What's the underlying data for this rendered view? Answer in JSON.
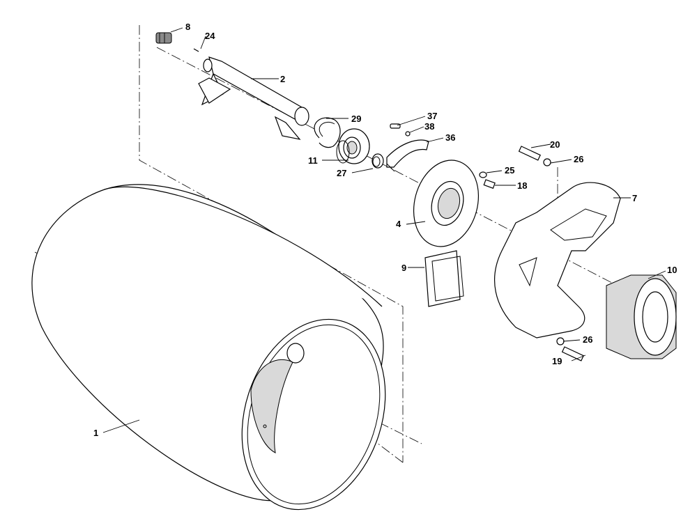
{
  "callouts": {
    "c1": "1",
    "c2": "2",
    "c4": "4",
    "c7": "7",
    "c8": "8",
    "c9": "9",
    "c10": "10",
    "c11": "11",
    "c18": "18",
    "c19": "19",
    "c20": "20",
    "c24": "24",
    "c25": "25",
    "c26a": "26",
    "c26b": "26",
    "c27": "27",
    "c29": "29",
    "c36": "36",
    "c37": "37",
    "c38": "38"
  }
}
